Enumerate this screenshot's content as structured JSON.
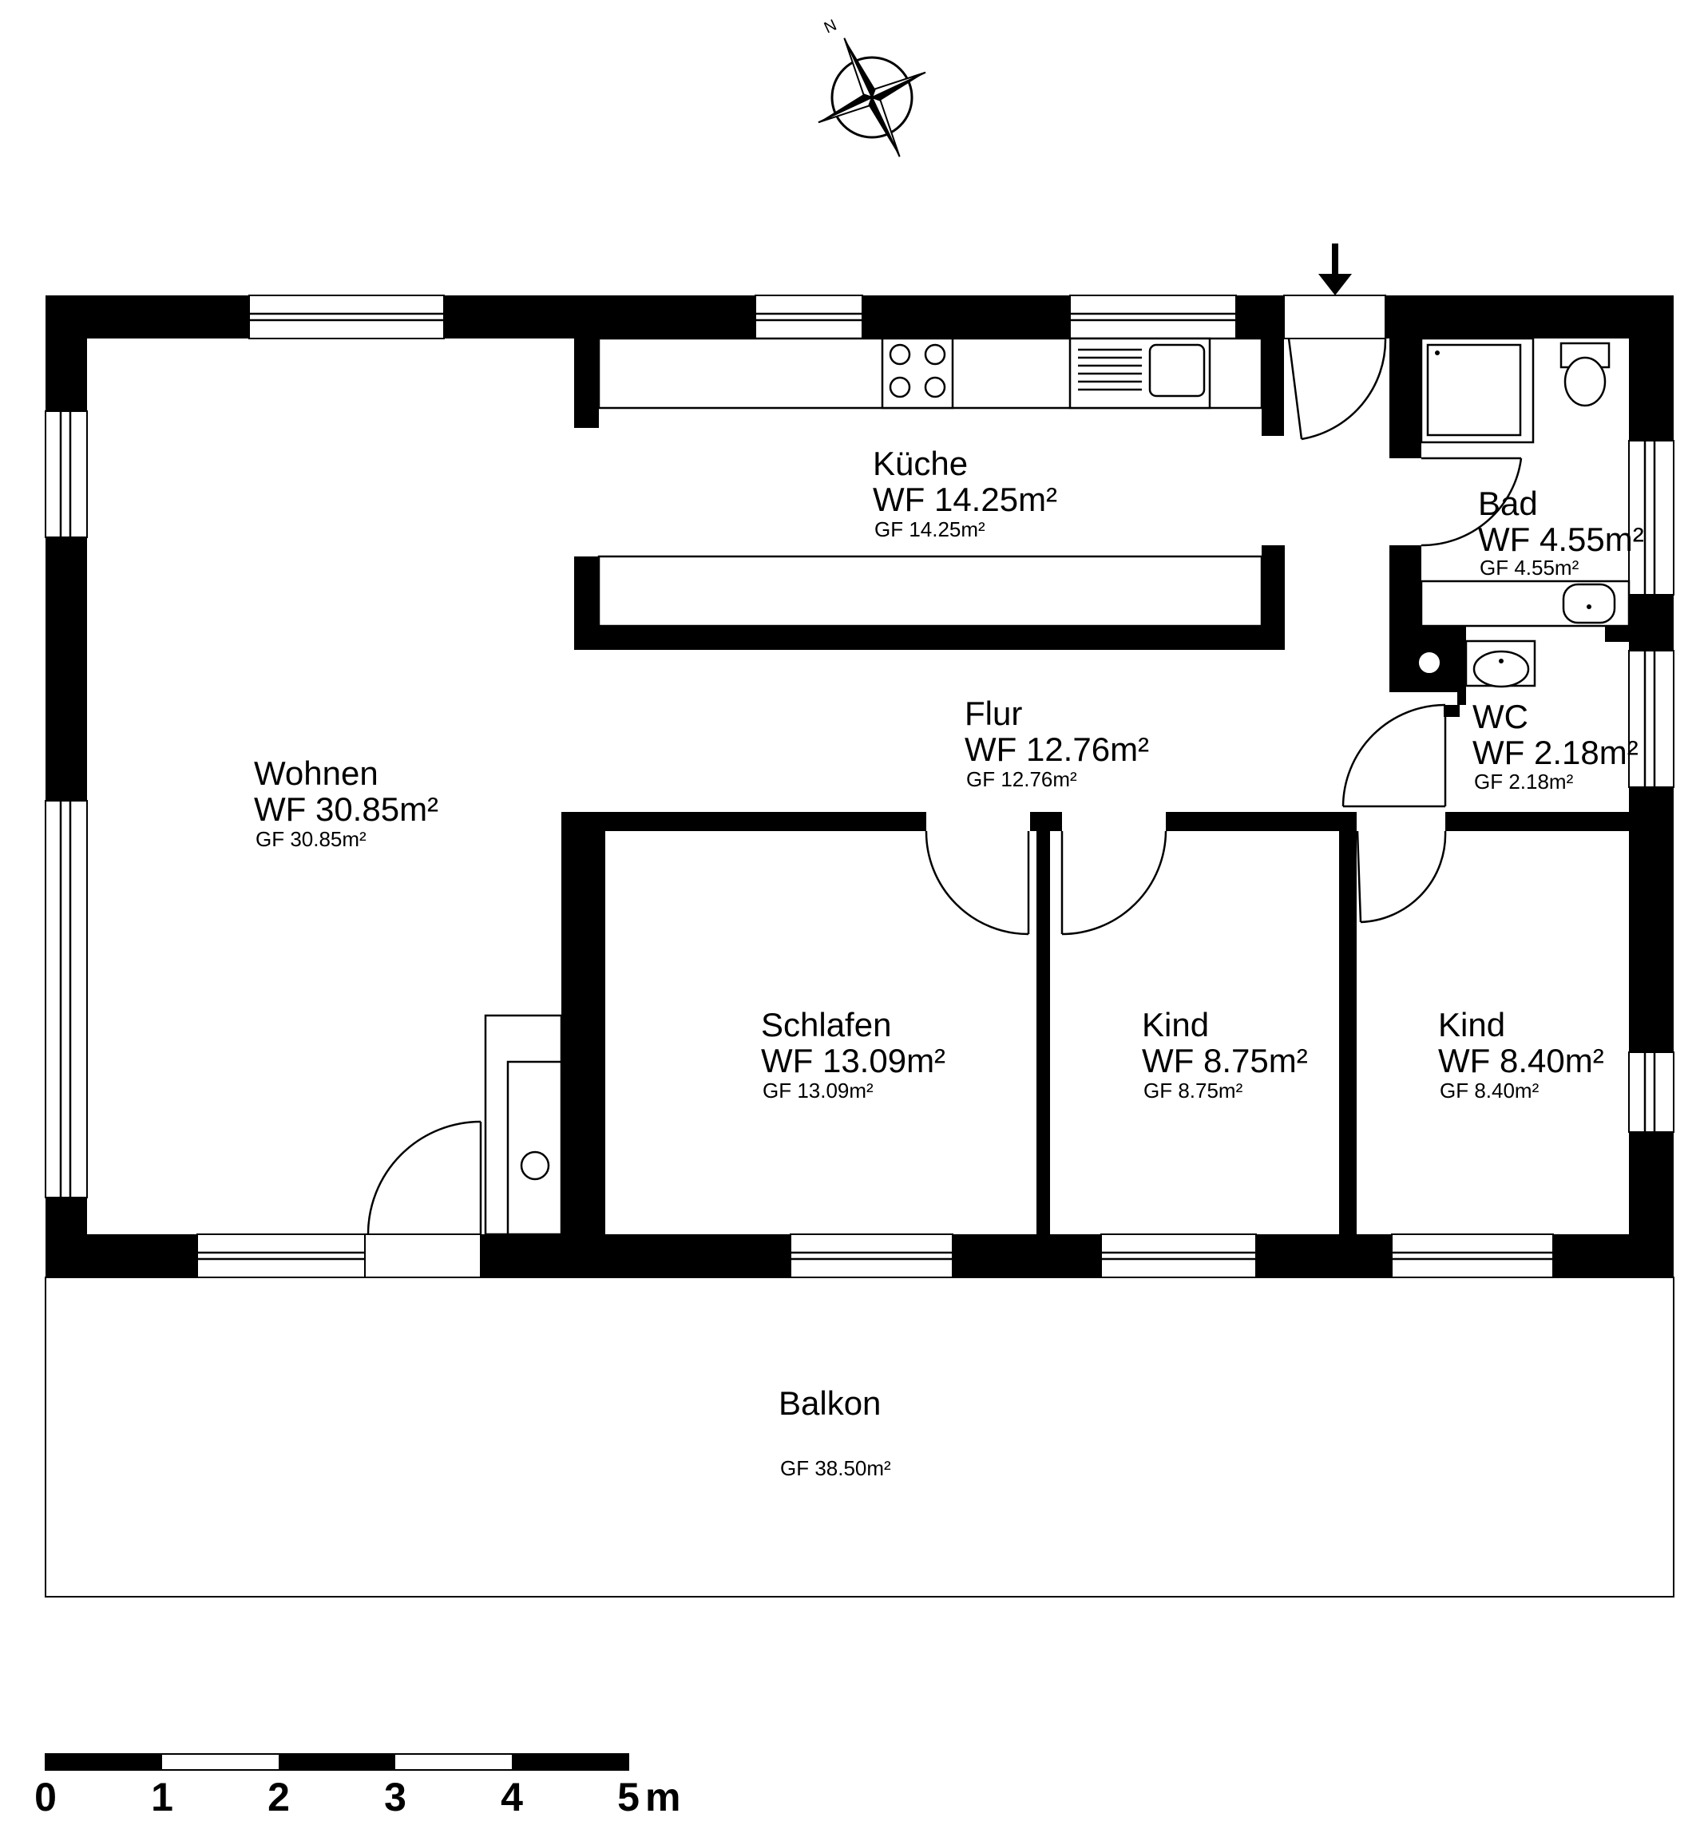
{
  "rooms": [
    {
      "id": "kueche",
      "name": "Küche",
      "wf": "WF 14.25m²",
      "gf": "GF 14.25m²"
    },
    {
      "id": "bad",
      "name": "Bad",
      "wf": "WF 4.55m²",
      "gf": "GF 4.55m²"
    },
    {
      "id": "wohnen",
      "name": "Wohnen",
      "wf": "WF 30.85m²",
      "gf": "GF 30.85m²"
    },
    {
      "id": "flur",
      "name": "Flur",
      "wf": "WF 12.76m²",
      "gf": "GF 12.76m²"
    },
    {
      "id": "wc",
      "name": "WC",
      "wf": "WF 2.18m²",
      "gf": "GF 2.18m²"
    },
    {
      "id": "schlafen",
      "name": "Schlafen",
      "wf": "WF 13.09m²",
      "gf": "GF 13.09m²"
    },
    {
      "id": "kind1",
      "name": "Kind",
      "wf": "WF 8.75m²",
      "gf": "GF 8.75m²"
    },
    {
      "id": "kind2",
      "name": "Kind",
      "wf": "WF 8.40m²",
      "gf": "GF 8.40m²"
    }
  ],
  "balcony": {
    "name": "Balkon",
    "gf": "GF 38.50m²"
  },
  "compass": {
    "north_label": "N"
  },
  "scale_bar": {
    "labels": [
      "0",
      "1",
      "2",
      "3",
      "4",
      "5"
    ],
    "unit": "m"
  }
}
